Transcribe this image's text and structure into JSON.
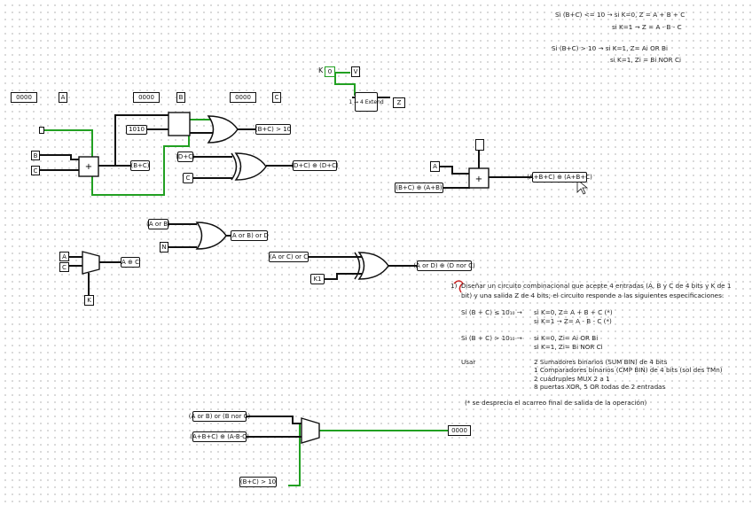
{
  "top_notes": {
    "line1": "Si (B+C) <= 10 → si K=0, Z = A + B + C",
    "line2": "si K=1 → Z = A - B - C",
    "line3": "Si (B+C) > 10 → si K=1, Z= Ai OR Bi",
    "line4": "si K=1, Zi = Bi NOR Ci"
  },
  "inputs": {
    "a_bits": "0000",
    "a_label": "A",
    "b_bits": "0000",
    "b_label": "B",
    "c_bits": "0000",
    "c_label": "C",
    "k_label": "K",
    "k_value": "0",
    "n_label": "N",
    "v_label": "V",
    "z_label": "Z"
  },
  "circuit_labels": {
    "b_plus_c": "(B+C)",
    "bc_gt_10": "(B+C) > 10",
    "ten_const": "1010",
    "d_c": "(D+C)",
    "d_xor": "(D+C) ⊕ (D+C)",
    "c_label": "C",
    "bc_sum_a": "(B+C) ⊕ (A+B)",
    "a_plus_bc": "(A+B+C) ⊕ (A+B+C)",
    "a_or_b": "(A or B)",
    "a_or_c_or_b": "(A or B) or D",
    "a_or_c": "(A or C) or C",
    "b_nor_c": "(A or D) ⊕ (D nor C)",
    "k1": "K1",
    "a_cc": "A ⊕ C",
    "bit_ext": "1 → 4 Extend",
    "mux_in1": "(A or B) or (B nor C)",
    "mux_in2": "(A+B+C) ⊕ (A-B-C)",
    "mux_sel": "(B+C) > 10",
    "output_bits": "0000"
  },
  "problem": {
    "number": "1)",
    "line1": "Diseñar un circuito combinacional que acepte 4 entradas (A, B y C de 4 bits y K de 1",
    "line2": "bit) y una salida Z de 4 bits; el circuito responde a las siguientes especificaciones:",
    "case1_cond": "Si (B + C) ≤ 10₁₀ →",
    "case1_a": "si K=0, Z= A + B + C  (*)",
    "case1_b": "si K=1 →  Z= A - B - C (*)",
    "case2_cond": "Si (B + C) > 10₁₀ →",
    "case2_a": "si K=0, Zi= Ai OR Bi",
    "case2_b": "si K=1, Zi= Bi NOR Ci",
    "usar_label": "Usar",
    "usar1": "2 Sumadores binarios (SUM BIN) de 4 bits",
    "usar2": "1 Comparadores binarios (CMP BIN) de 4 bits (sol des TMn)",
    "usar3": "2 cuádruples MUX  2 a 1",
    "usar4": "8 puertas XOR, 5 OR todas de 2 entradas",
    "footnote": "(* se desprecia el acarreo final de salida de la operación)"
  },
  "colors": {
    "wire_active": "#22a022",
    "wire_idle": "#111111",
    "red_mark": "#cc2222"
  }
}
